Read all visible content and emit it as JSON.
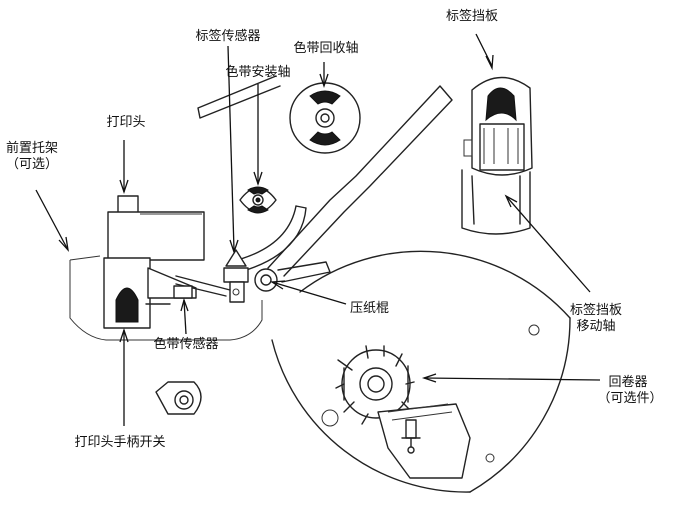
{
  "labels": {
    "label_sensor": "标签传感器",
    "ribbon_rewind_shaft": "色带回收轴",
    "ribbon_supply_shaft": "色带安装轴",
    "label_guide": "标签挡板",
    "print_head": "打印头",
    "front_bracket_line1": "前置托架",
    "front_bracket_line2": "（可选）",
    "pressure_roller": "压纸棍",
    "ribbon_sensor": "色带传感器",
    "guide_shaft_line1": "标签挡板",
    "guide_shaft_line2": "移动轴",
    "rewinder_line1": "回卷器",
    "rewinder_line2": "（可选件）",
    "head_lever": "打印头手柄开关"
  }
}
